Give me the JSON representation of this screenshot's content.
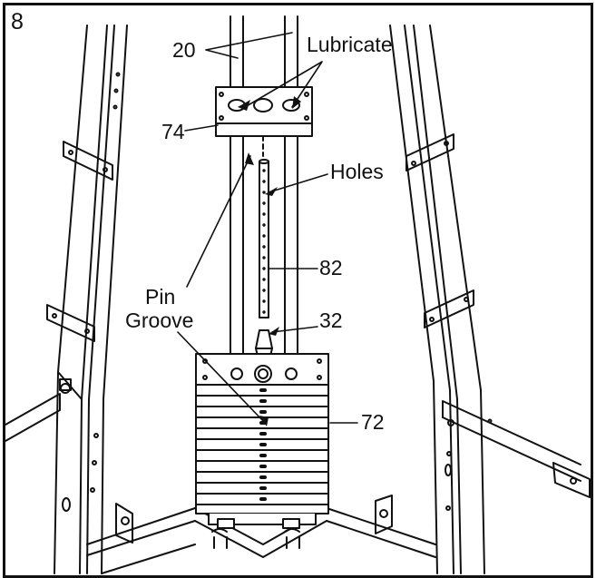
{
  "step_number": "8",
  "callouts": {
    "part_20": "20",
    "lubricate": "Lubricate",
    "part_74": "74",
    "holes": "Holes",
    "part_82": "82",
    "pin_groove_line1": "Pin",
    "pin_groove_line2": "Groove",
    "part_32": "32",
    "part_72": "72"
  },
  "colors": {
    "line": "#111111",
    "background": "#ffffff"
  }
}
